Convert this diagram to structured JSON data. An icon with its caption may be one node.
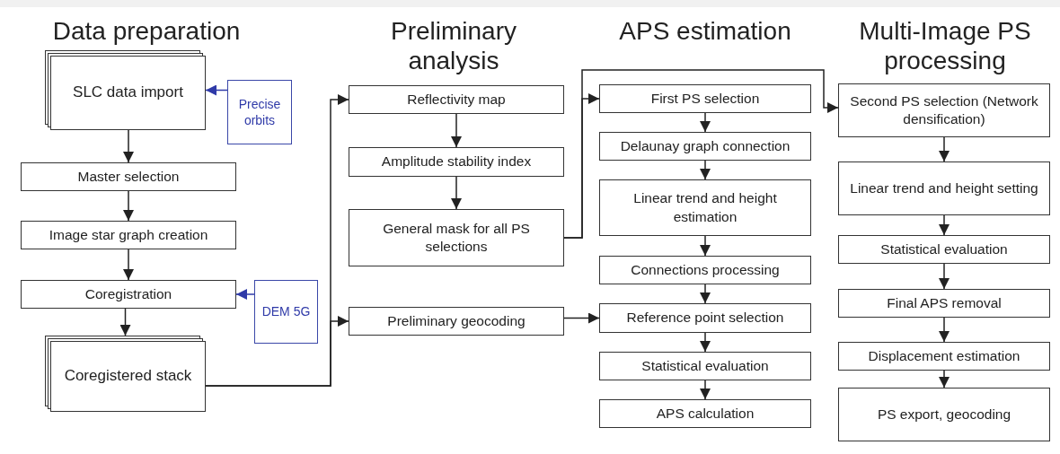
{
  "diagram": {
    "nodes": [
      {
        "text": [
          "SLC data import"
        ]
      },
      {
        "text": [
          "Precise orbits"
        ]
      },
      {
        "text": [
          "Master selection"
        ]
      },
      {
        "text": [
          "Image star graph creation"
        ]
      },
      {
        "text": [
          "Coregistration"
        ]
      },
      {
        "text": [
          "DEM 5G"
        ]
      },
      {
        "text": [
          "Coregistered stack"
        ]
      },
      {
        "text": [
          "Reflectivity map"
        ]
      },
      {
        "text": [
          "Amplitude stability index"
        ]
      },
      {
        "text": [
          "General mask for all PS selections"
        ]
      },
      {
        "text": [
          "Preliminary geocoding"
        ]
      },
      {
        "text": [
          "First PS selection"
        ]
      },
      {
        "text": [
          "Delaunay graph connection"
        ]
      },
      {
        "text": [
          "Linear trend and height estimation"
        ]
      },
      {
        "text": [
          "Connections processing"
        ]
      },
      {
        "text": [
          "Reference point selection"
        ]
      },
      {
        "text": [
          "Statistical evaluation"
        ]
      },
      {
        "text": [
          "APS calculation"
        ]
      },
      {
        "text": [
          "Second PS selection (Network densification)"
        ]
      },
      {
        "text": [
          "Linear trend and height setting"
        ]
      },
      {
        "text": [
          "Statistical evaluation"
        ]
      },
      {
        "text": [
          "Final APS removal"
        ]
      },
      {
        "text": [
          "Displacement estimation"
        ]
      },
      {
        "text": [
          "PS export, geocoding"
        ]
      }
    ],
    "edges": [
      {
        "from": 1,
        "to": 0,
        "arrow": "to",
        "color": "#2f3aa8"
      },
      {
        "from": 0,
        "to": 2,
        "arrow": "to"
      },
      {
        "from": 2,
        "to": 3,
        "arrow": "to"
      },
      {
        "from": 3,
        "to": 4,
        "arrow": "to"
      },
      {
        "from": 5,
        "to": 4,
        "arrow": "to",
        "color": "#2f3aa8"
      },
      {
        "from": 4,
        "to": 6,
        "arrow": "to"
      },
      {
        "from": 6,
        "to": 7,
        "arrow": "to"
      },
      {
        "from": 6,
        "to": 10,
        "arrow": "to"
      },
      {
        "from": 7,
        "to": 8,
        "arrow": "to"
      },
      {
        "from": 8,
        "to": 9,
        "arrow": "to"
      },
      {
        "from": 9,
        "to": 11,
        "arrow": "to"
      },
      {
        "from": 9,
        "to": 18,
        "arrow": "to"
      },
      {
        "from": 10,
        "to": 15,
        "arrow": "to"
      },
      {
        "from": 11,
        "to": 12,
        "arrow": "to"
      },
      {
        "from": 12,
        "to": 13,
        "arrow": "to"
      },
      {
        "from": 13,
        "to": 14,
        "arrow": "to"
      },
      {
        "from": 14,
        "to": 15,
        "arrow": "to"
      },
      {
        "from": 15,
        "to": 16,
        "arrow": "to"
      },
      {
        "from": 16,
        "to": 17,
        "arrow": "to"
      },
      {
        "from": 18,
        "to": 19,
        "arrow": "to"
      },
      {
        "from": 19,
        "to": 20,
        "arrow": "to"
      },
      {
        "from": 20,
        "to": 21,
        "arrow": "to"
      },
      {
        "from": 21,
        "to": 22,
        "arrow": "to"
      },
      {
        "from": 22,
        "to": 23,
        "arrow": "to"
      }
    ],
    "labels": [
      "Data preparation",
      "Preliminary analysis",
      "APS estimation",
      "Multi-Image PS processing"
    ]
  }
}
